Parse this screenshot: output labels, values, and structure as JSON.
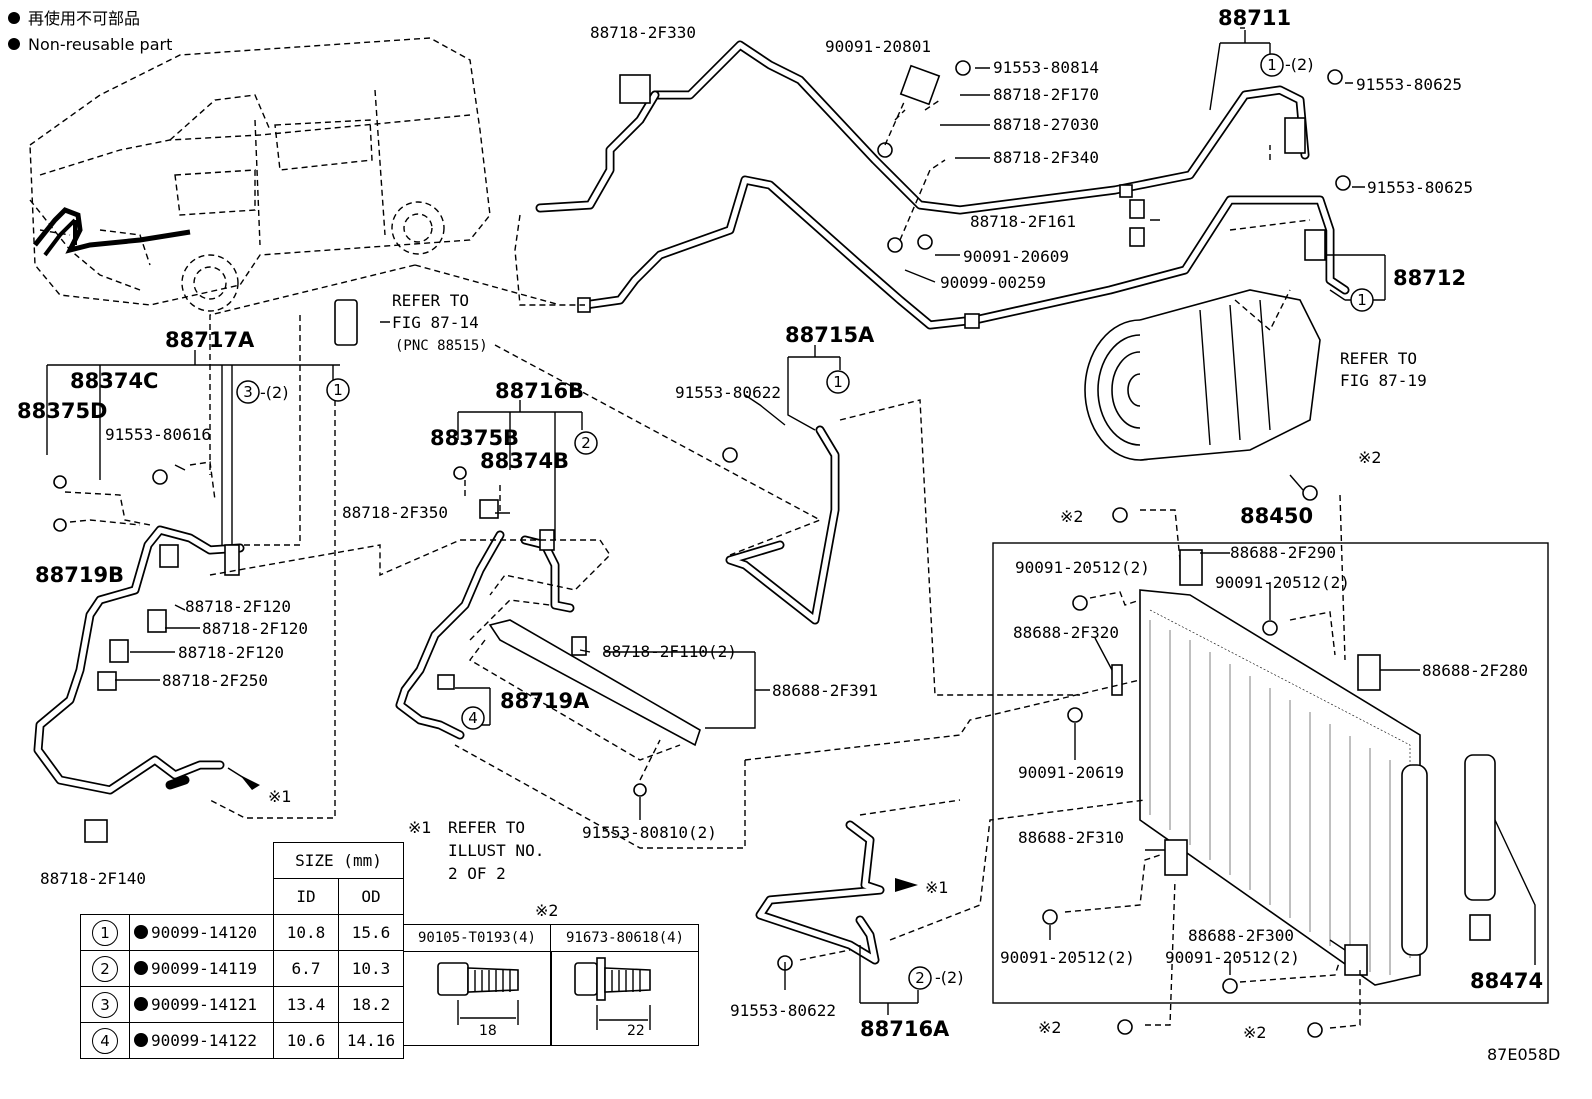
{
  "legend": {
    "line_jp": "再使用不可部品",
    "line_en": "Non-reusable part"
  },
  "labels": {
    "p88718_2F330": "88718-2F330",
    "p90091_20801": "90091-20801",
    "p91553_80814": "91553-80814",
    "p88711": "88711",
    "p1_2_top": "-(2)",
    "p91553_80625_a": "91553-80625",
    "p88718_2F170": "88718-2F170",
    "p88718_27030": "88718-27030",
    "p88718_2F340": "88718-2F340",
    "p91553_80625_b": "91553-80625",
    "p88718_2F161": "88718-2F161",
    "p90091_20609": "90091-20609",
    "p90099_00259": "90099-00259",
    "p88712": "88712",
    "refer_to_1": "REFER TO",
    "fig_87_14": "FIG 87-14",
    "pnc_88515": "(PNC 88515)",
    "p88717A": "88717A",
    "p88374C": "88374C",
    "p88375D": "88375D",
    "p3_2": "-(2)",
    "p91553_80616": "91553-80616",
    "p88719B": "88719B",
    "p88716B": "88716B",
    "p88375B": "88375B",
    "p88374B": "88374B",
    "p88718_2F350": "88718-2F350",
    "p88715A": "88715A",
    "p91553_80622_a": "91553-80622",
    "refer_to_2": "REFER TO",
    "fig_87_19": "FIG 87-19",
    "x2_a": "※2",
    "p88450": "88450",
    "x2_b": "※2",
    "p88688_2F290": "88688-2F290",
    "p90091_20512_a": "90091-20512(2)",
    "p90091_20512_b": "90091-20512(2)",
    "p88688_2F320": "88688-2F320",
    "p88688_2F280": "88688-2F280",
    "p88718_2F120_a": "88718-2F120",
    "p88718_2F120_b": "88718-2F120",
    "p88718_2F120_c": "88718-2F120",
    "p88718_2F250": "88718-2F250",
    "p88718_2F110": "88718-2F110(2)",
    "p88688_2F391": "88688-2F391",
    "p88719A": "88719A",
    "p90091_20619": "90091-20619",
    "x1_a": "※1",
    "p88718_2F140": "88718-2F140",
    "x1_note": "※1",
    "refer_to_3": "REFER TO",
    "illust_no": "ILLUST NO.",
    "two_of_2": "2 OF 2",
    "p91553_80810": "91553-80810(2)",
    "p88688_2F310": "88688-2F310",
    "x1_b": "※1",
    "p90091_20512_c": "90091-20512(2)",
    "p88688_2F300": "88688-2F300",
    "p90091_20512_d": "90091-20512(2)",
    "p88474": "88474",
    "p2_2": "-(2)",
    "p91553_80622_b": "91553-80622",
    "p88716A": "88716A",
    "x2_c": "※2",
    "x2_d": "※2",
    "fig_code": "87E058D"
  },
  "circles": [
    "1",
    "1",
    "3",
    "1",
    "2",
    "1",
    "4",
    "3",
    "2"
  ],
  "size_table": {
    "header": "SIZE (mm)",
    "col_id": "ID",
    "col_od": "OD",
    "rows": [
      {
        "num": "1",
        "part": "90099-14120",
        "id": "10.8",
        "od": "15.6"
      },
      {
        "num": "2",
        "part": "90099-14119",
        "id": "6.7",
        "od": "10.3"
      },
      {
        "num": "3",
        "part": "90099-14121",
        "id": "13.4",
        "od": "18.2"
      },
      {
        "num": "4",
        "part": "90099-14122",
        "id": "10.6",
        "od": "14.16"
      }
    ]
  },
  "bolt_table": {
    "title": "※2",
    "left_part": "90105-T0193(4)",
    "right_part": "91673-80618(4)",
    "left_len": "18",
    "right_len": "22"
  }
}
